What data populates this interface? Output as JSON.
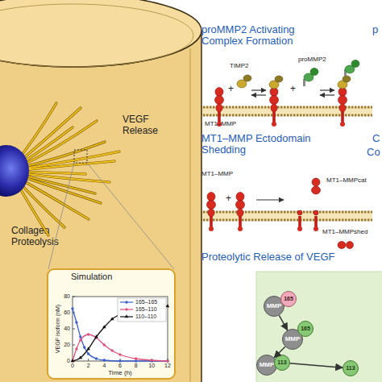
{
  "diagram": {
    "nodes": [
      {
        "text": [
          "VEGF Release",
          "Collagen Proteolysis"
        ]
      },
      {
        "text": [
          "Simulation"
        ],
        "in": 0
      },
      {
        "text": [
          "MMP"
        ]
      },
      {
        "text": [
          "165"
        ]
      },
      {
        "text": [
          "MMP"
        ]
      },
      {
        "text": [
          "165"
        ]
      },
      {
        "text": [
          "MMP"
        ]
      },
      {
        "text": [
          "113"
        ]
      },
      {
        "text": [
          "113"
        ]
      }
    ],
    "edges": [
      {
        "from": 2,
        "to": 4,
        "arrow": "to"
      },
      {
        "from": 4,
        "to": 6,
        "arrow": "to"
      },
      {
        "from": 7,
        "to": 8,
        "arrow": "to"
      }
    ],
    "labels": [
      "proMMP2 Activating Complex Formation",
      "p",
      "TIMP2",
      "+",
      "proMMP2",
      "+",
      "MT1–MMP",
      "MT1–MMP Ectodomain Shedding",
      "C",
      "Co",
      "MT1–MMP",
      "+",
      "MT1–MMPcat",
      "MT1–MMPshed",
      "Proteolytic Release of VEGF",
      "VEGF isoform (nM)",
      "0",
      "20",
      "40",
      "60",
      "80",
      "0",
      "2",
      "4",
      "6",
      "8",
      "10",
      "12",
      "Time (h)"
    ],
    "legend": [
      {
        "text": "165–165"
      },
      {
        "text": "165–110"
      },
      {
        "text": "110–110"
      }
    ]
  }
}
